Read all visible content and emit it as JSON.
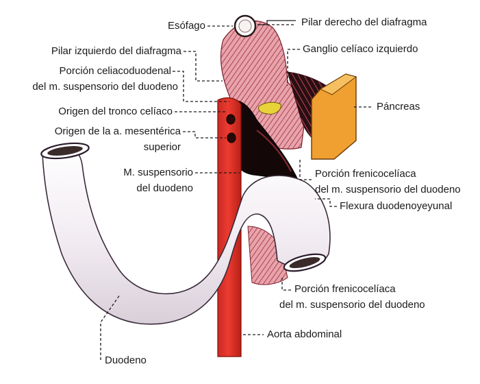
{
  "labels": {
    "esofago": "Esófago",
    "pilar_derecho": "Pilar derecho del diafragma",
    "pilar_izquierdo": "Pilar izquierdo del diafragma",
    "ganglio": "Ganglio celíaco izquierdo",
    "porcion_celiaco_1": "Porción celiacoduodenal",
    "porcion_celiaco_2": "del m. suspensorio del duodeno",
    "pancreas": "Páncreas",
    "origen_tronco": "Origen del tronco celíaco",
    "origen_mes_1": "Origen de la a. mesentérica",
    "origen_mes_2": "superior",
    "m_susp_1": "M. suspensorio",
    "m_susp_2": "del duodeno",
    "porcion_freno_a_1": "Porción frenicocelíaca",
    "porcion_freno_a_2": "del m. suspensorio del duodeno",
    "flexura": "Flexura duodenoyeyunal",
    "porcion_freno_b_1": "Porción frenicocelíaca",
    "porcion_freno_b_2": "del m. suspensorio del duodeno",
    "aorta": "Aorta abdominal",
    "duodeno": "Duodeno"
  },
  "colors": {
    "muscle": "#e8a3ab",
    "muscle_stripe": "#9a2b3c",
    "aorta": "#e0312a",
    "pancreas": "#f0a030",
    "ganglion": "#e8d23a",
    "duodenum": "#f4eef3",
    "dark": "#1a0d0d"
  }
}
